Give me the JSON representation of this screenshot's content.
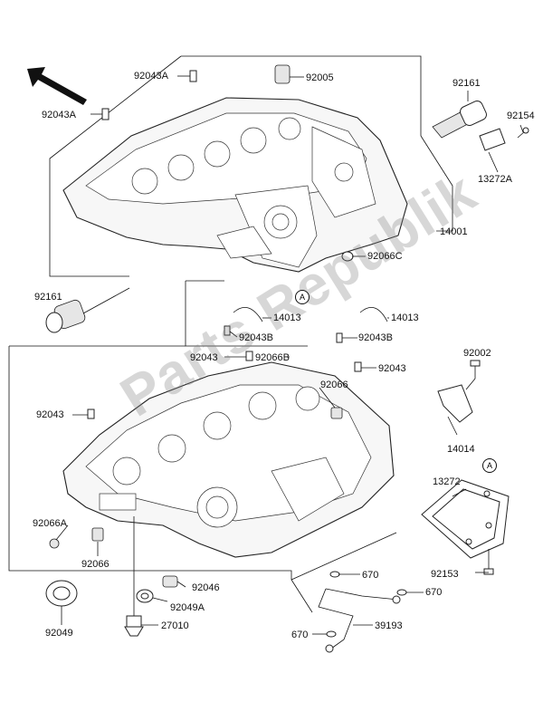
{
  "labels": {
    "p92043A_top": "92043A",
    "p92043A_left": "92043A",
    "p92005": "92005",
    "p92161_top": "92161",
    "p92154": "92154",
    "p13272A": "13272A",
    "p14001": "14001",
    "p92066C": "92066C",
    "p92161_left": "92161",
    "p14013_left": "14013",
    "p14013_right": "14013",
    "p92043B_left": "92043B",
    "p92043B_right": "92043B",
    "p92002": "92002",
    "p92043_a": "92043",
    "p92066B": "92066B",
    "p92043_b": "92043",
    "p92066": "92066",
    "p92043_c": "92043",
    "p14014": "14014",
    "p13272": "13272",
    "p92066A": "92066A",
    "p92066_low": "92066",
    "p92046": "92046",
    "p670_a": "670",
    "p92153": "92153",
    "p670_b": "670",
    "p92049A": "92049A",
    "p92049": "92049",
    "p27010": "27010",
    "p39193": "39193",
    "p670_c": "670"
  },
  "callouts": {
    "upper": "A",
    "cover": "A"
  },
  "watermark": "Parts Republik",
  "colors": {
    "line": "#111111",
    "watermark": "#8a8a8a",
    "background": "#ffffff"
  }
}
